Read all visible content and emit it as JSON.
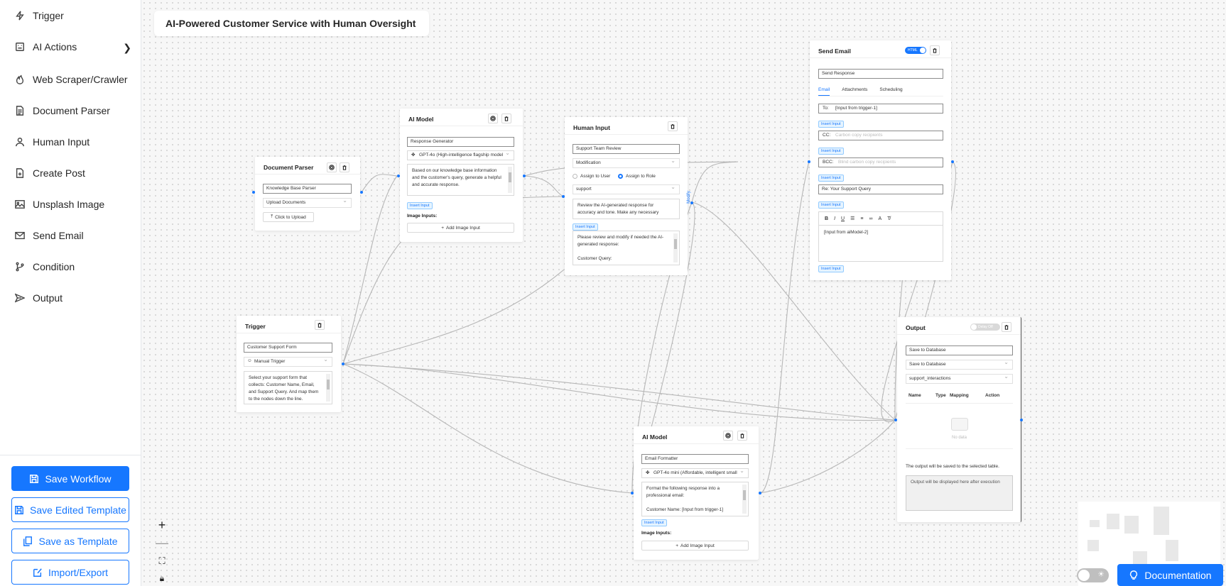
{
  "sidebar": {
    "items": [
      {
        "label": "Trigger",
        "icon": "bolt-icon"
      },
      {
        "label": "AI Actions",
        "icon": "robot-icon"
      },
      {
        "label": "Web Scraper/Crawler",
        "icon": "fire-icon"
      },
      {
        "label": "Document Parser",
        "icon": "document-icon"
      },
      {
        "label": "Human Input",
        "icon": "user-icon"
      },
      {
        "label": "Create Post",
        "icon": "file-plus-icon"
      },
      {
        "label": "Unsplash Image",
        "icon": "image-icon"
      },
      {
        "label": "Send Email",
        "icon": "mail-icon"
      },
      {
        "label": "Condition",
        "icon": "branch-icon"
      },
      {
        "label": "Output",
        "icon": "send-icon"
      }
    ],
    "buttons": {
      "save_workflow": "Save Workflow",
      "save_edited_template": "Save Edited Template",
      "save_as_template": "Save as Template",
      "import_export": "Import/Export"
    }
  },
  "workflow_title": "AI-Powered Customer Service with Human Oversight",
  "nodes": {
    "doc_parser": {
      "title": "Document Parser",
      "name": "Knowledge Base Parser",
      "source": "Upload Documents",
      "upload_label": "Click to Upload"
    },
    "ai_model_1": {
      "title": "AI Model",
      "name": "Response Generator",
      "model": "GPT-4o (High-intelligence flagship model",
      "prompt": "Based on our knowledge base information and the customer's query, generate a helpful and accurate response.",
      "insert_input": "Insert Input",
      "image_inputs": "Image Inputs:",
      "add_image": "Add Image Input"
    },
    "human_input": {
      "title": "Human Input",
      "name": "Support Team Review",
      "mode": "Modification",
      "assign_user": "Assign to User",
      "assign_role": "Assign to Role",
      "role": "support",
      "instructions": "Review the AI-generated response for accuracy and tone. Make any necessary",
      "insert_input": "Insert Input",
      "message": "Please review and modify if needed the AI-generated response:\n\nCustomer Query:",
      "side_label": "Modify"
    },
    "send_email": {
      "title": "Send Email",
      "html_toggle": "HTML",
      "name": "Send Response",
      "tabs": [
        "Email",
        "Attachments",
        "Scheduling"
      ],
      "to_label": "To:",
      "to_value": "[Input from trigger-1]",
      "cc_label": "CC:",
      "cc_placeholder": "Carbon copy recipients",
      "bcc_label": "BCC:",
      "bcc_placeholder": "Blind carbon copy recipients",
      "subject": "Re: Your Support Query",
      "body": "[Input from aiModel-2]",
      "insert_input": "Insert Input"
    },
    "trigger": {
      "title": "Trigger",
      "name": "Customer Support Form",
      "type": "Manual Trigger",
      "description": "Select your support form that collects: Customer Name, Email, and Support Query. And map them to the nodes down the line."
    },
    "ai_model_2": {
      "title": "AI Model",
      "name": "Email Formatter",
      "model": "GPT-4o mini (Affordable, intelligent small",
      "prompt": "Format the following response into a professional email:\n\nCustomer Name: [Input from trigger-1]",
      "insert_input": "Insert Input",
      "image_inputs": "Image Inputs:",
      "add_image": "Add Image Input"
    },
    "output": {
      "title": "Output",
      "delay_toggle": "Delay Off",
      "name": "Save to Database",
      "action": "Save to Database",
      "table": "support_interactions",
      "columns": [
        "Name",
        "Type",
        "Mapping",
        "Action"
      ],
      "empty": "No data",
      "note": "The output will be saved to the selected table.",
      "result_placeholder": "Output will be displayed here after execution"
    }
  },
  "documentation_label": "Documentation",
  "colors": {
    "accent": "#1677ff"
  }
}
